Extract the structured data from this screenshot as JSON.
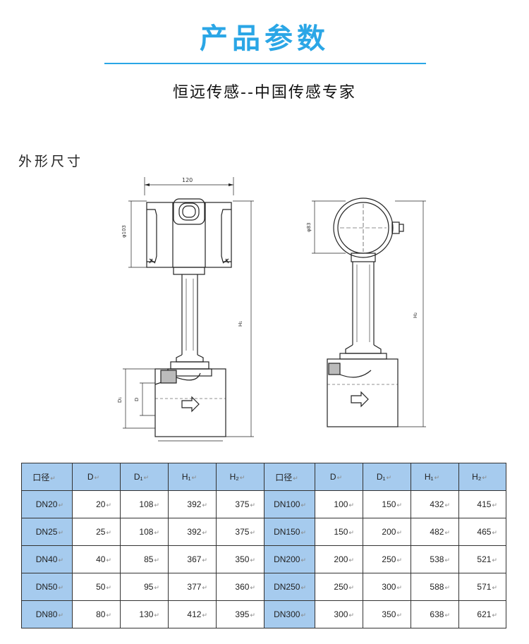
{
  "header": {
    "title": "产品参数",
    "subtitle": "恒远传感--中国传感专家"
  },
  "section_title": "外形尺寸",
  "drawing": {
    "dim_width": "120",
    "dim_phi_left": "φ103",
    "dim_phi_right": "φ83",
    "label_h1": "H₁",
    "label_h2": "H₂",
    "label_d1": "D₁",
    "label_d": "D"
  },
  "table": {
    "headers": [
      "口径",
      "D",
      "D₁",
      "H₁",
      "H₂",
      "口径",
      "D",
      "D₁",
      "H₁",
      "H₂"
    ],
    "rows": [
      [
        "DN20",
        "20",
        "108",
        "392",
        "375",
        "DN100",
        "100",
        "150",
        "432",
        "415"
      ],
      [
        "DN25",
        "25",
        "108",
        "392",
        "375",
        "DN150",
        "150",
        "200",
        "482",
        "465"
      ],
      [
        "DN40",
        "40",
        "85",
        "367",
        "350",
        "DN200",
        "200",
        "250",
        "538",
        "521"
      ],
      [
        "DN50",
        "50",
        "95",
        "377",
        "360",
        "DN250",
        "250",
        "300",
        "588",
        "571"
      ],
      [
        "DN80",
        "80",
        "130",
        "412",
        "395",
        "DN300",
        "300",
        "350",
        "638",
        "621"
      ]
    ]
  },
  "colors": {
    "accent": "#2aa6e6",
    "header_cell": "#a6cbee"
  }
}
